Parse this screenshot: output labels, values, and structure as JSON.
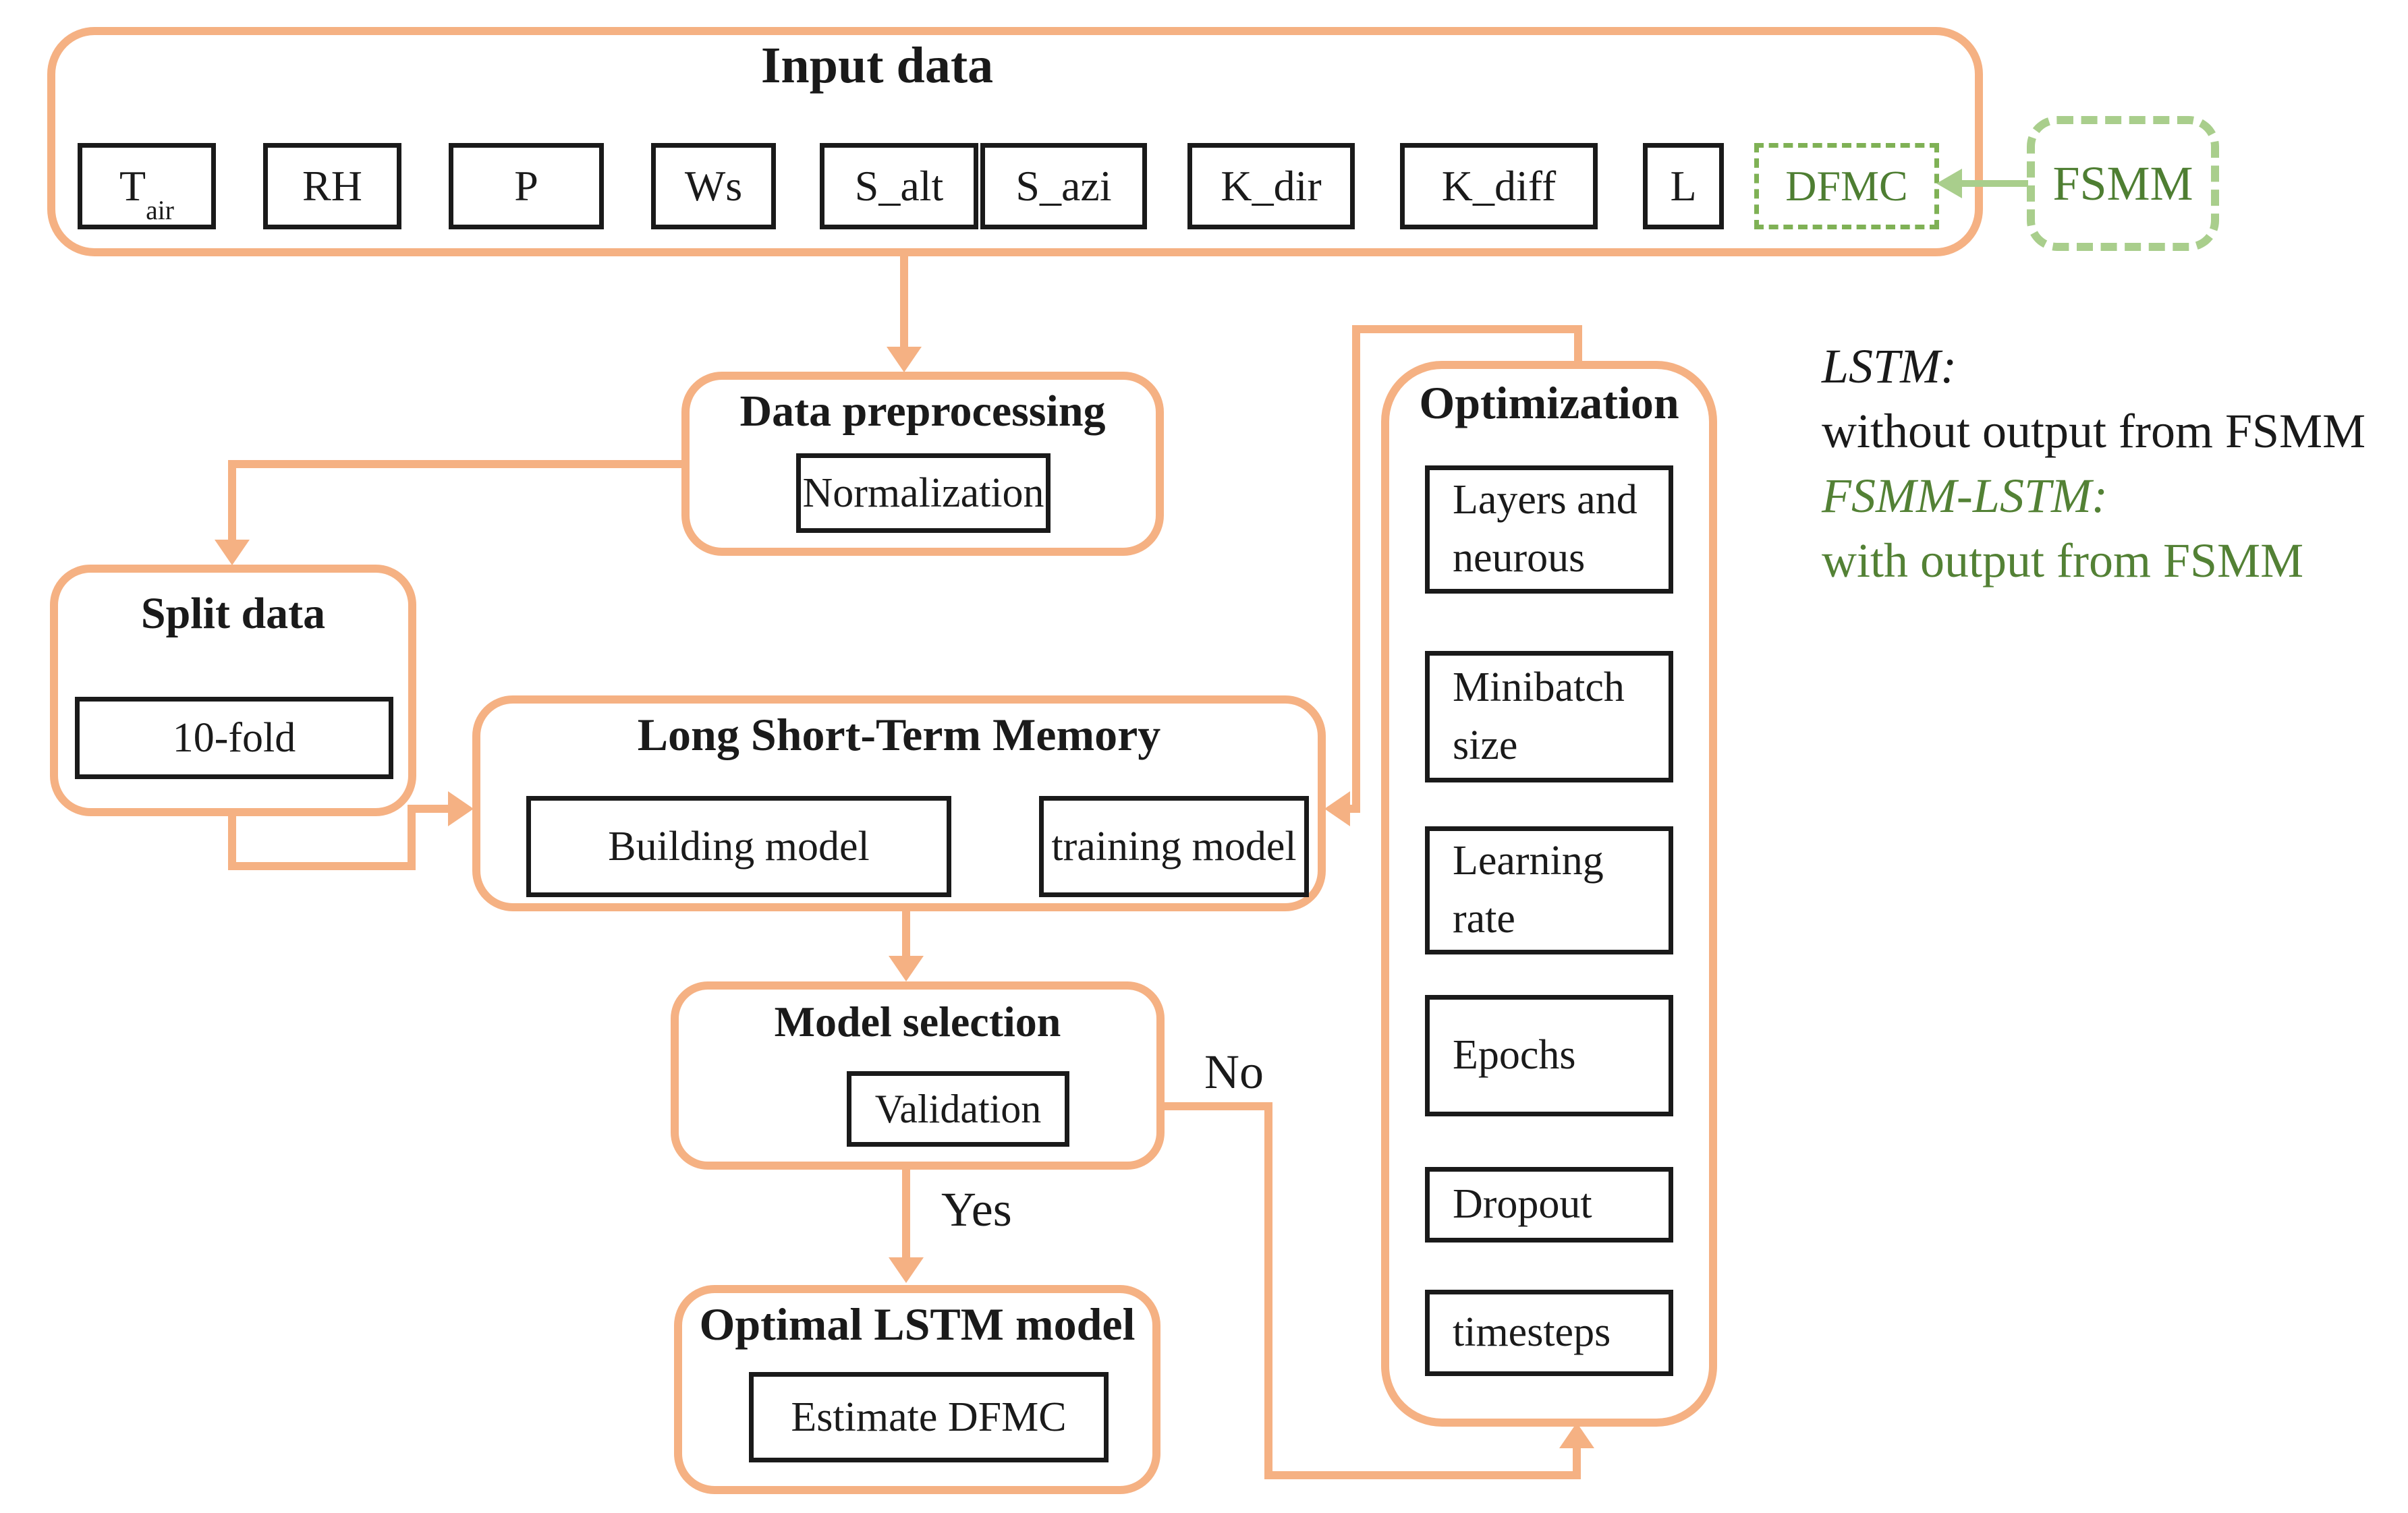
{
  "colors": {
    "accent_orange": "#F5B183",
    "green_border_light": "#A9CE8C",
    "green_border_medium": "#7FB155",
    "green_text_dark": "#4E7E32",
    "legend_green": "#538135",
    "box_border_black": "#1A1A1A"
  },
  "input_section": {
    "title": "Input data",
    "items": [
      {
        "base": "T",
        "sub": "air"
      },
      {
        "base": "RH"
      },
      {
        "base": "P"
      },
      {
        "base": "Ws"
      },
      {
        "base": "S_alt"
      },
      {
        "base": "S_azi"
      },
      {
        "base": "K_dir"
      },
      {
        "base": "K_diff"
      },
      {
        "base": "L"
      },
      {
        "base": "DFMC"
      }
    ],
    "external_model": "FSMM"
  },
  "preprocessing": {
    "title": "Data preprocessing",
    "method": "Normalization"
  },
  "split": {
    "title": "Split data",
    "method": "10-fold"
  },
  "lstm": {
    "title": "Long Short-Term Memory",
    "steps": [
      "Building model",
      "training model"
    ]
  },
  "model_selection": {
    "title": "Model selection",
    "method": "Validation",
    "decision_no": "No",
    "decision_yes": "Yes"
  },
  "optimal": {
    "title": "Optimal LSTM model",
    "method": "Estimate DFMC"
  },
  "optimization": {
    "title": "Optimization",
    "parameters": [
      "Layers and neurous",
      "Minibatch size",
      "Learning rate",
      "Epochs",
      "Dropout",
      "timesteps"
    ]
  },
  "legend": {
    "lines": [
      "LSTM:",
      "without output from FSMM",
      "FSMM-LSTM:",
      "with output from FSMM"
    ]
  }
}
